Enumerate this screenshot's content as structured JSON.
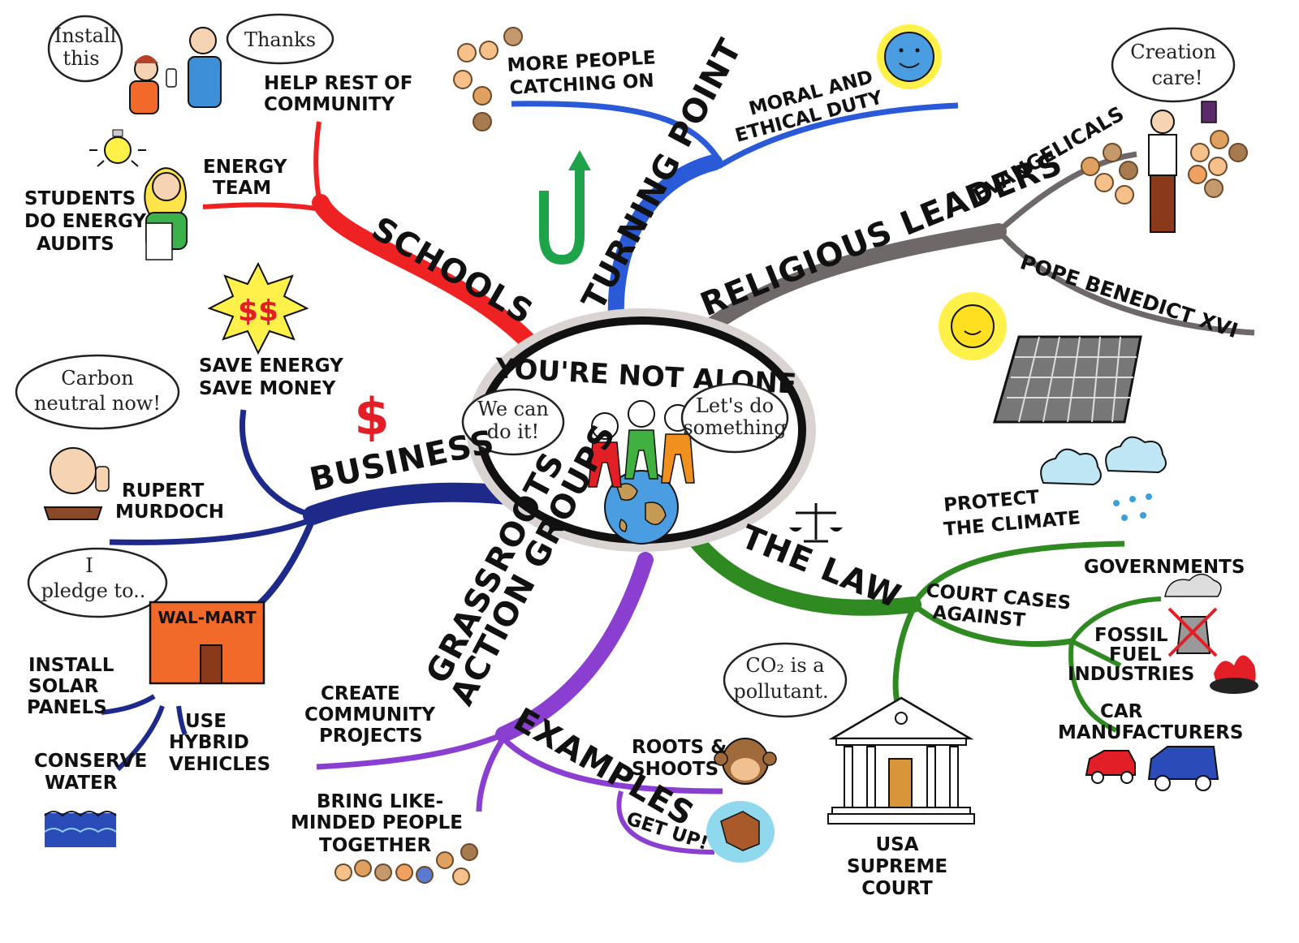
{
  "center": {
    "title": "YOU'RE NOT ALONE",
    "bubble_left": [
      "We can",
      "do it!"
    ],
    "bubble_right": [
      "Let's do",
      "something"
    ]
  },
  "branches": {
    "schools": {
      "label": "SCHOOLS",
      "color": "#ee2222",
      "children": {
        "help": [
          "HELP REST OF",
          "COMMUNITY"
        ],
        "energy_team": [
          "ENERGY",
          "TEAM"
        ],
        "students": [
          "STUDENTS",
          "DO ENERGY",
          "AUDITS"
        ]
      },
      "bubbles": {
        "install": [
          "Install",
          "this"
        ],
        "thanks": "Thanks"
      }
    },
    "turning_point": {
      "label": "TURNING POINT",
      "color": "#2a5ad8",
      "children": {
        "more_people": [
          "MORE PEOPLE",
          "CATCHING ON"
        ],
        "moral": [
          "MORAL AND",
          "ETHICAL DUTY"
        ]
      }
    },
    "religious": {
      "label": "RELIGIOUS LEADERS",
      "color": "#6f6868",
      "children": {
        "evangelicals": "EVANGELICALS",
        "pope": "POPE BENEDICT XVI"
      },
      "bubble": [
        "Creation",
        "care!"
      ]
    },
    "business": {
      "label": "BUSINESS",
      "color": "#1e2a8a",
      "dollar": "$",
      "burst": "$$",
      "children": {
        "save": [
          "SAVE ENERGY",
          "SAVE MONEY"
        ],
        "murdoch": [
          "RUPERT",
          "MURDOCH"
        ],
        "walmart": "WAL-MART",
        "solar": [
          "INSTALL",
          "SOLAR",
          "PANELS"
        ],
        "hybrid": [
          "USE",
          "HYBRID",
          "VEHICLES"
        ],
        "water": [
          "CONSERVE",
          "WATER"
        ]
      },
      "bubbles": {
        "carbon": [
          "Carbon",
          "neutral now!"
        ],
        "pledge": [
          "I",
          "pledge to.."
        ]
      }
    },
    "grassroots": {
      "label": [
        "GRASSROOTS",
        "ACTION GROUPS"
      ],
      "color": "#8a3fd0",
      "children": {
        "create": [
          "CREATE",
          "COMMUNITY",
          "PROJECTS"
        ],
        "bring": [
          "BRING LIKE-",
          "MINDED PEOPLE",
          "TOGETHER"
        ],
        "examples": "EXAMPLES",
        "roots": [
          "ROOTS &",
          "SHOOTS"
        ],
        "getup": "GET UP!"
      }
    },
    "law": {
      "label": "THE LAW",
      "color": "#2f8a22",
      "children": {
        "protect": [
          "PROTECT",
          "THE CLIMATE"
        ],
        "court": [
          "COURT CASES",
          "AGAINST"
        ],
        "governments": "GOVERNMENTS",
        "fossil": [
          "FOSSIL",
          "FUEL",
          "INDUSTRIES"
        ],
        "car": [
          "CAR",
          "MANUFACTURERS"
        ],
        "usa": [
          "USA",
          "SUPREME",
          "COURT"
        ]
      },
      "bubble": [
        "CO₂ is a",
        "pollutant."
      ]
    }
  }
}
